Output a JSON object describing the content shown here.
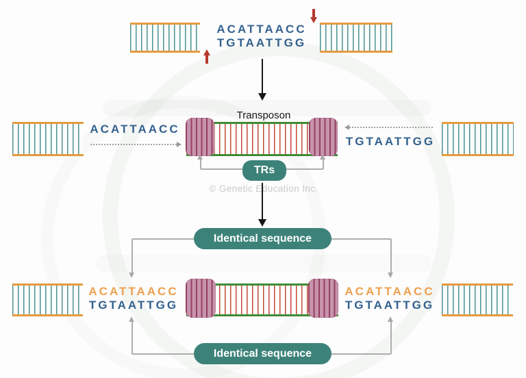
{
  "sequence": {
    "top_strand": "ACATTAACC",
    "bottom_strand": "TGTAATTGG"
  },
  "labels": {
    "transposon": "Transposon",
    "trs": "TRs",
    "identical_sequence": "Identical sequence"
  },
  "watermark": "© Genetic Education Inc.",
  "icons": {
    "red_arrow_down": "nick-site-arrow-down",
    "red_arrow_up": "nick-site-arrow-up",
    "black_arrow": "process-step-arrow-down",
    "dotted_arrow_right": "strand-shift-arrow-right",
    "dotted_arrow_left": "strand-shift-arrow-left",
    "connector_arrow": "callout-connector-arrow"
  },
  "colors": {
    "sequence_blue": "#33618e",
    "sequence_orange": "#eda04d",
    "ladder_rail_orange": "#e59a3d",
    "ladder_rung_teal": "#4d9190",
    "transposon_rail_green": "#3f8b36",
    "transposon_rung_red": "#c04838",
    "terminal_repeat_purple": "#c793ad",
    "badge_teal": "#3c8279",
    "arrow_red": "#b5392e",
    "connector_gray": "#a8a8a8",
    "watermark_gray": "#c9c9c9"
  }
}
